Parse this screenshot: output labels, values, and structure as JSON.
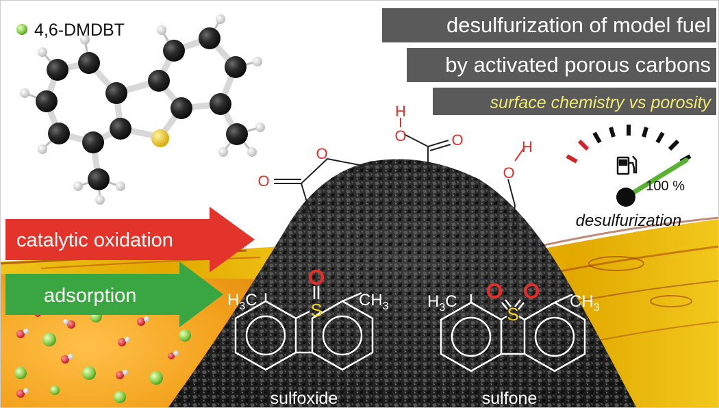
{
  "legend": {
    "label": "4,6-DMDBT",
    "marker_color": "#7dc242"
  },
  "title": {
    "line1": "desulfurization of model fuel",
    "line2": "by activated porous carbons",
    "subtitle": "surface chemistry vs porosity",
    "box_color": "#5a5a5a",
    "subtitle_color": "#f0ea70"
  },
  "gauge": {
    "level_percent": 100,
    "label": "100 %",
    "caption": "desulfurization",
    "needle_color": "#5ab235",
    "icon": "fuel-pump-icon"
  },
  "arrows": {
    "oxidation": {
      "label": "catalytic oxidation",
      "color": "#e3342b"
    },
    "adsorption": {
      "label": "adsorption",
      "color": "#3aa642"
    }
  },
  "surface_groups": {
    "O": "O",
    "H": "H",
    "color": "#e0302b"
  },
  "molecules": {
    "sulfoxide": {
      "label": "sulfoxide",
      "S": "S",
      "O": "O",
      "left_methyl": "H",
      "left_methyl_sub": "3",
      "left_methyl_c": "C",
      "right_methyl_c": "CH",
      "right_methyl_sub": "3"
    },
    "sulfone": {
      "label": "sulfone",
      "S": "S",
      "O": "O",
      "left_methyl": "H",
      "left_methyl_sub": "3",
      "left_methyl_c": "C",
      "right_methyl_c": "CH",
      "right_methyl_sub": "3"
    }
  }
}
